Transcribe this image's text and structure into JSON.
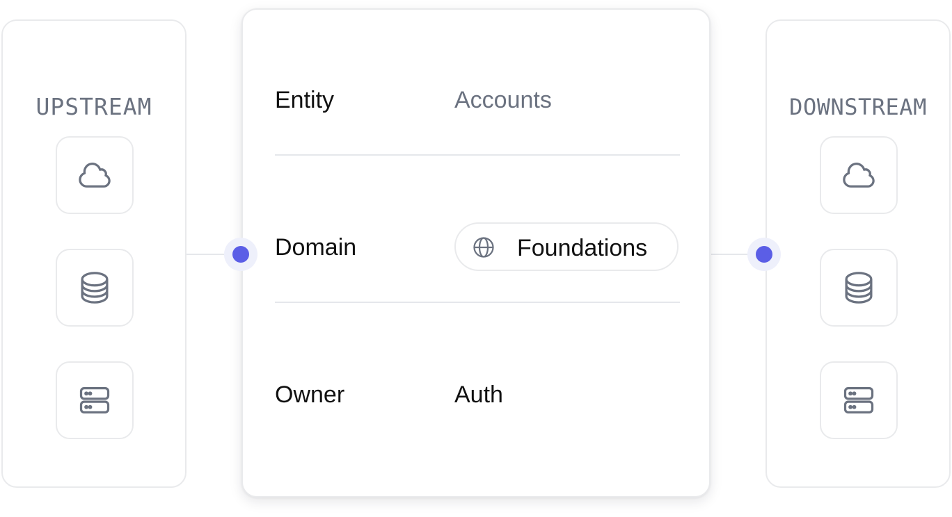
{
  "colors": {
    "accent": "#5b5ee6",
    "accent_halo": "#eef0fb",
    "border": "#e9eaec",
    "muted_text": "#6b7280",
    "icon_stroke": "#6b7280",
    "text": "#111111"
  },
  "upstream": {
    "title": "UPSTREAM",
    "icons": [
      "cloud-icon",
      "database-icon",
      "server-icon"
    ]
  },
  "downstream": {
    "title": "DOWNSTREAM",
    "icons": [
      "cloud-icon",
      "database-icon",
      "server-icon"
    ]
  },
  "entity_card": {
    "entity": {
      "label": "Entity",
      "value": "Accounts"
    },
    "domain": {
      "label": "Domain",
      "value": "Foundations",
      "icon": "globe-icon"
    },
    "owner": {
      "label": "Owner",
      "value": "Auth"
    }
  }
}
